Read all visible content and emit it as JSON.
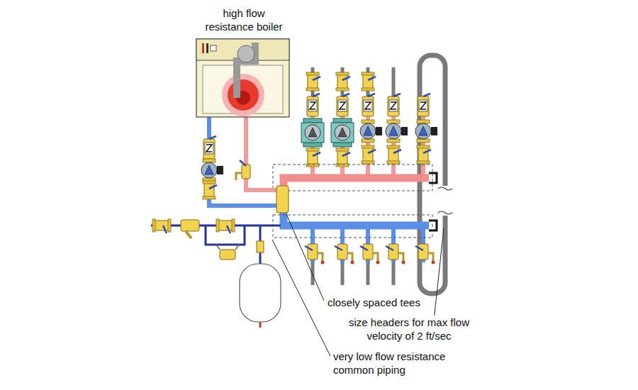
{
  "diagram": {
    "labels": [
      "high flow resistance boiler",
      "closely spaced tees",
      "size headers for max flow velocity of 2 ft/sec",
      "very low flow resistance common piping"
    ]
  }
}
